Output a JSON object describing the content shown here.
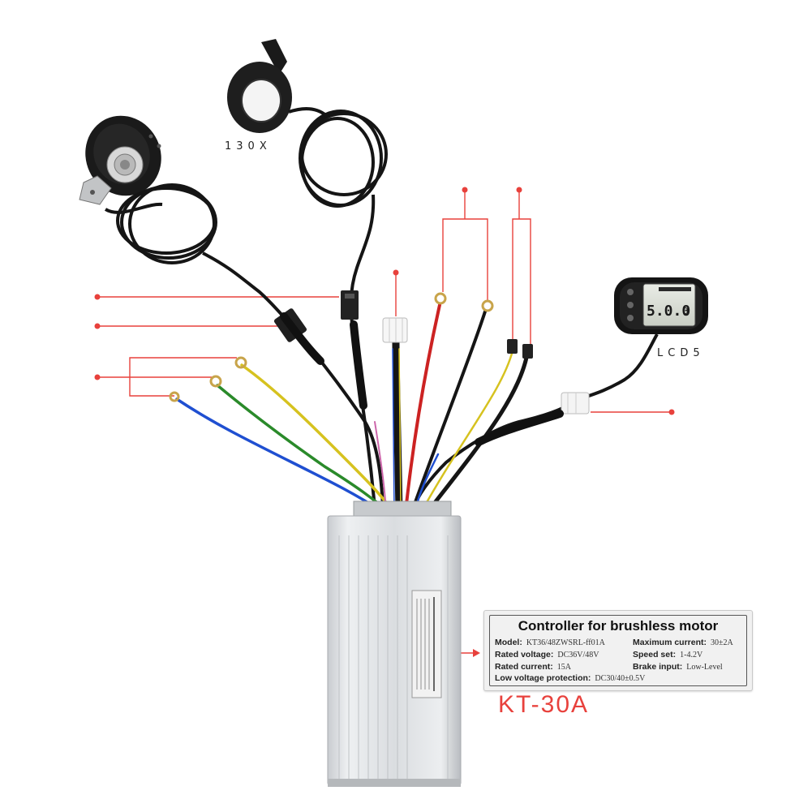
{
  "labels": {
    "throttle": "130X",
    "display": "LCD5"
  },
  "lcd_screen": {
    "speed": "5.0.0",
    "unit": "0"
  },
  "spec_label": {
    "title": "Controller for brushless motor",
    "rows": [
      {
        "key": "Model:",
        "value": "KT36/48ZWSRL-ff01A"
      },
      {
        "key": "Maximum current:",
        "value": "30±2A"
      },
      {
        "key": "Rated voltage:",
        "value": "DC36V/48V"
      },
      {
        "key": "Speed set:",
        "value": "1-4.2V"
      },
      {
        "key": "Rated current:",
        "value": "15A"
      },
      {
        "key": "Brake input:",
        "value": "Low-Level"
      },
      {
        "key": "Low voltage protection:",
        "value": "DC30/40±0.5V"
      }
    ]
  },
  "model_name": "KT-30A",
  "colors": {
    "callout": "#e8413c",
    "housing": "#d9dcdf",
    "cable": "#151515",
    "wire_blue": "#1f4fd1",
    "wire_green": "#2a8a2a",
    "wire_yellow": "#d6c21f",
    "wire_red": "#cc2222"
  }
}
